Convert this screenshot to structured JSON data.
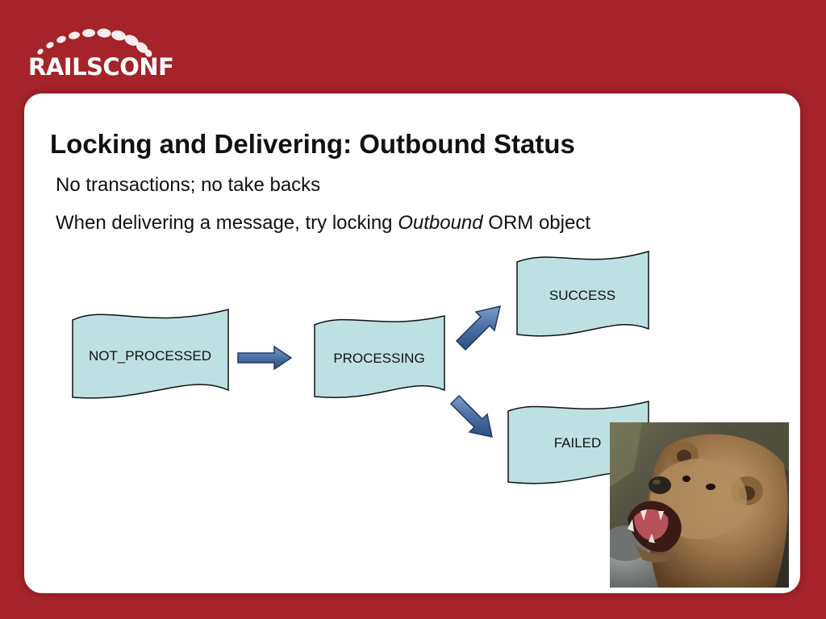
{
  "header": {
    "logo_text": "RAILSCONF"
  },
  "slide": {
    "title": "Locking and Delivering: Outbound Status",
    "bullet_1": "No transactions; no take backs",
    "bullet_2_prefix": "When delivering a message, try locking ",
    "bullet_2_emphasis": "Outbound",
    "bullet_2_suffix": " ORM object"
  },
  "diagram": {
    "states": {
      "not_processed": "NOT_PROCESSED",
      "processing": "PROCESSING",
      "success": "SUCCESS",
      "failed": "FAILED"
    },
    "colors": {
      "state_fill": "#bde0e2",
      "state_stroke": "#111111",
      "arrow_fill": "#4a6fa3",
      "arrow_stroke": "#1f3a66"
    }
  },
  "colors": {
    "background": "#a52329",
    "panel": "#ffffff"
  },
  "photo": {
    "icon": "roaring-bear-photo"
  }
}
